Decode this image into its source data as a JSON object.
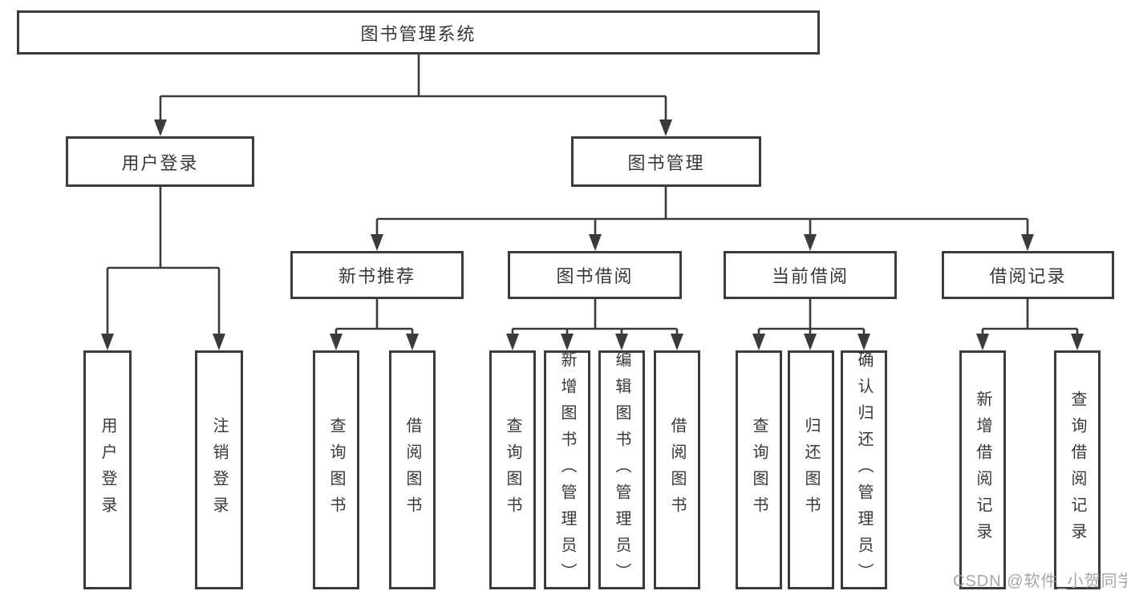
{
  "diagram": {
    "root": {
      "label": "图书管理系统"
    },
    "level2": [
      {
        "label": "用户登录"
      },
      {
        "label": "图书管理"
      }
    ],
    "level3": [
      {
        "label": "新书推荐"
      },
      {
        "label": "图书借阅"
      },
      {
        "label": "当前借阅"
      },
      {
        "label": "借阅记录"
      }
    ],
    "leaves": {
      "user_login": [
        "用户登录",
        "注销登录"
      ],
      "new_book_recommend": [
        "查询图书",
        "借阅图书"
      ],
      "book_borrow": [
        "查询图书",
        "新增图书（管理员）",
        "编辑图书（管理员）",
        "借阅图书"
      ],
      "current_borrow": [
        "查询图书",
        "归还图书",
        "确认归还（管理员）"
      ],
      "borrow_records": [
        "新增借阅记录",
        "查询借阅记录"
      ]
    },
    "watermark": "CSDN @软件_小贺同学",
    "colors": {
      "line": "#3b3b3b",
      "box_border": "#3b3b3b",
      "text": "#383838",
      "watermark": "#a6a6a6",
      "background": "#ffffff"
    }
  }
}
